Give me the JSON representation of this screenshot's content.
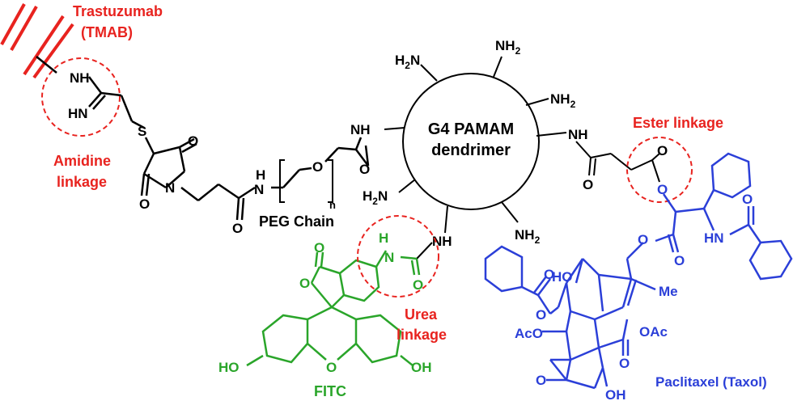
{
  "labels": {
    "antibody": "Trastuzumab",
    "antibody_abbr": "(TMAB)",
    "amidine_1": "Amidine",
    "amidine_2": "linkage",
    "peg": "PEG Chain",
    "core_1": "G4 PAMAM",
    "core_2": "dendrimer",
    "ester": "Ester linkage",
    "urea_1": "Urea",
    "urea_2": "linkage",
    "fitc": "FITC",
    "taxol": "Paclitaxel (Taxol)"
  },
  "atoms": {
    "nh": "NH",
    "hn": "HN",
    "n": "N",
    "h": "H",
    "s": "S",
    "o": "O",
    "nh2": "NH",
    "sub2": "2",
    "h2n": "H",
    "n_after": "N",
    "ho": "HO",
    "oh": "OH",
    "aco": "AcO",
    "oac": "OAc",
    "me": "Me",
    "bracket_n": "n"
  },
  "colors": {
    "red": "#e8231f",
    "green": "#2aa52a",
    "blue": "#2b3fd8",
    "black": "#000000"
  }
}
